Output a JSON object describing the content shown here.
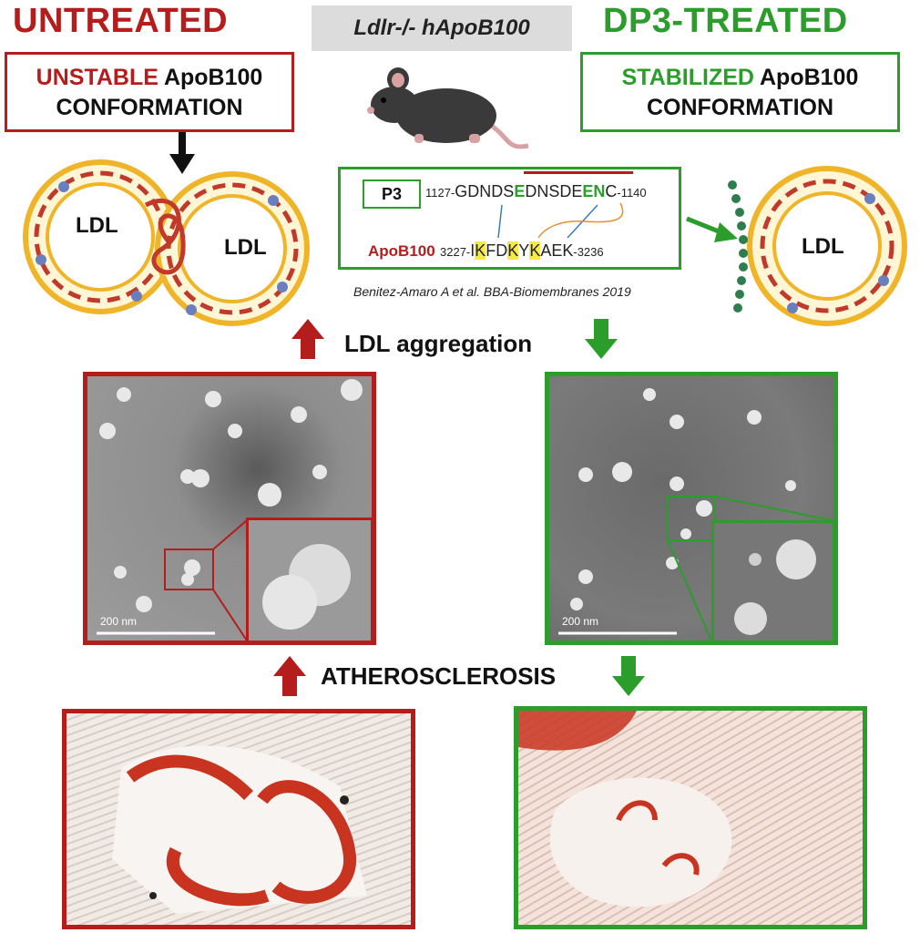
{
  "colors": {
    "red": "#b51d1d",
    "green": "#2a9d2a",
    "membrane": "#f0b429",
    "protein": "#c0392b"
  },
  "headers": {
    "left": "UNTREATED",
    "right": "DP3-TREATED",
    "model": "Ldlr-/- hApoB100"
  },
  "left_box": {
    "keyword": "UNSTABLE",
    "rest": " ApoB100",
    "line2": "CONFORMATION"
  },
  "right_box": {
    "keyword": "STABILIZED",
    "rest": " ApoB100",
    "line2": "CONFORMATION"
  },
  "particle_labels": {
    "a": "LDL",
    "b": "LDL",
    "c": "LDL"
  },
  "peptide": {
    "tag": "P3",
    "p3_start": "1127-",
    "p3_a": "GDNDS",
    "p3_e1": "E",
    "p3_b": "DNSDE",
    "p3_en": "EN",
    "p3_c": "C",
    "p3_end": "-1140",
    "apob_label": "ApoB100",
    "apob_start": "3227-",
    "apob_i": "I",
    "apob_k1": "K",
    "apob_fd": "FD",
    "apob_k2": "K",
    "apob_y": "Y",
    "apob_k3": "K",
    "apob_rest": "AEK",
    "apob_end": "-3236"
  },
  "citation": "Benitez-Amaro  A et al. BBA-Biomembranes   2019",
  "steps": {
    "aggregation": "LDL aggregation",
    "atherosclerosis": "ATHEROSCLEROSIS"
  },
  "scale_bars": {
    "left": "200 nm",
    "right": "200 nm"
  },
  "icons": [
    "mouse-icon",
    "arrow-up-icon",
    "arrow-down-icon",
    "arrow-right-icon"
  ]
}
